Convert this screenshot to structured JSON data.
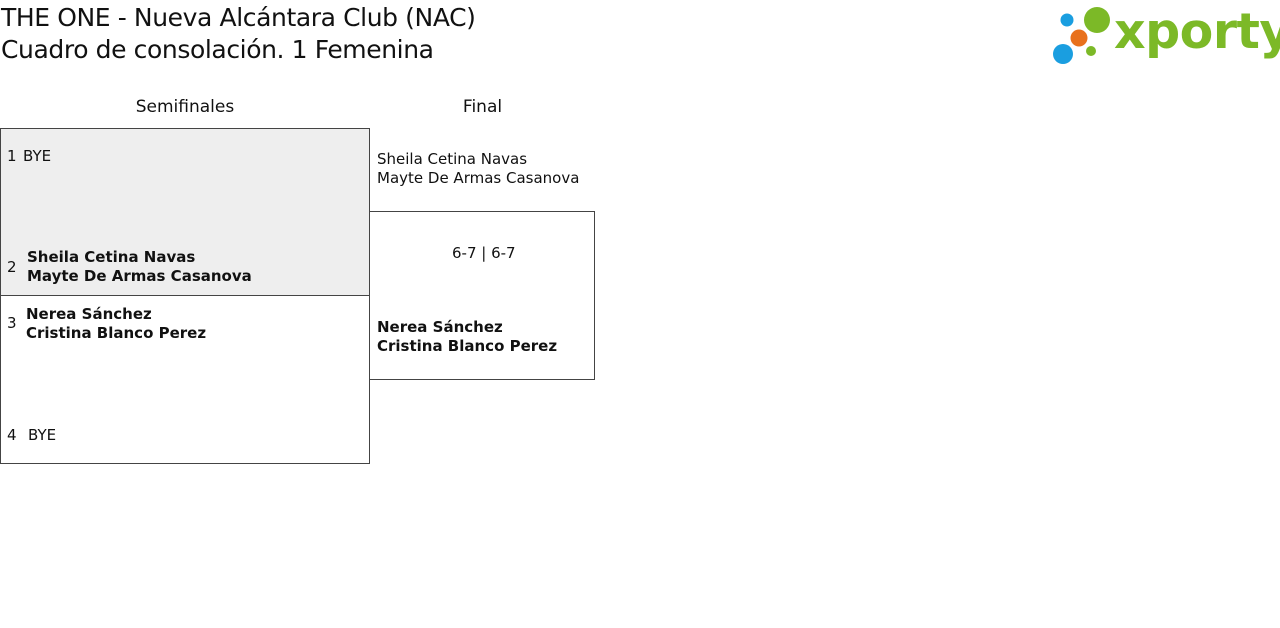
{
  "header": {
    "title_line1": "THE ONE - Nueva Alcántara Club (NAC)",
    "title_line2": "Cuadro de consolación. 1 Femenina"
  },
  "logo": {
    "text": "xporty",
    "colors": {
      "green": "#7cb927",
      "orange": "#e8711c",
      "blue": "#1a9ee0"
    }
  },
  "rounds": [
    "Semifinales",
    "Final"
  ],
  "semifinals": [
    {
      "seed": "1",
      "players": [
        "BYE"
      ]
    },
    {
      "seed": "2",
      "players": [
        "Sheila Cetina Navas",
        "Mayte De Armas Casanova"
      ]
    },
    {
      "seed": "3",
      "players": [
        "Nerea Sánchez",
        "Cristina Blanco Perez"
      ]
    },
    {
      "seed": "4",
      "players": [
        "BYE"
      ]
    }
  ],
  "final": {
    "top": [
      "Sheila Cetina Navas",
      "Mayte De Armas Casanova"
    ],
    "score": "6-7 | 6-7",
    "bottom": [
      "Nerea Sánchez",
      "Cristina Blanco Perez"
    ]
  }
}
